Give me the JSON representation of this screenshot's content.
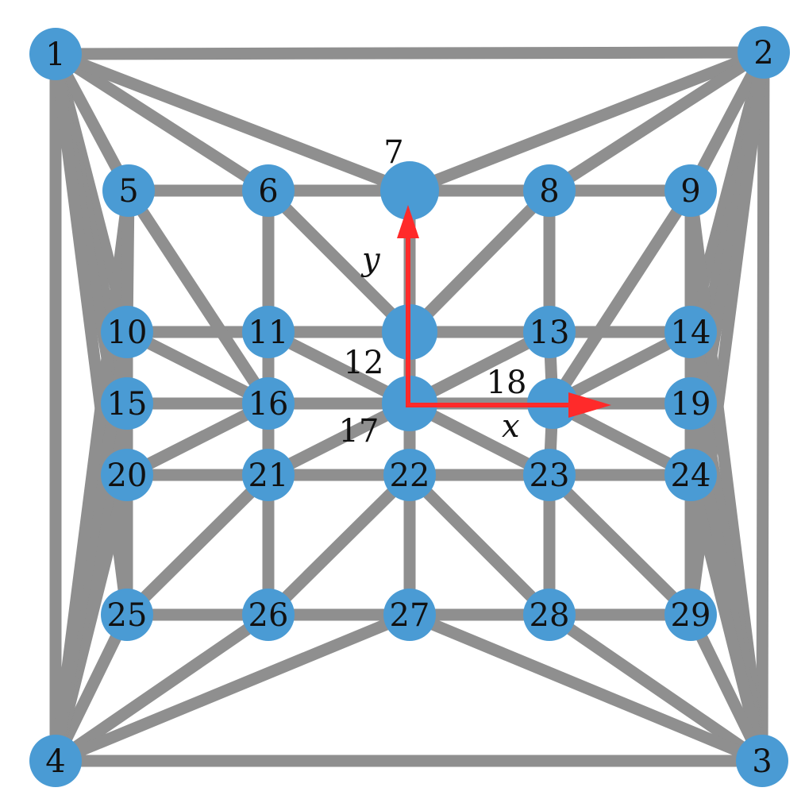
{
  "diagram": {
    "nodes": [
      "1",
      "2",
      "3",
      "4",
      "5",
      "6",
      "7",
      "8",
      "9",
      "10",
      "11",
      "12",
      "13",
      "14",
      "15",
      "16",
      "17",
      "18",
      "19",
      "20",
      "21",
      "22",
      "23",
      "24",
      "25",
      "26",
      "27",
      "28",
      "29"
    ],
    "edges": [
      [
        "1",
        "2"
      ],
      [
        "2",
        "3"
      ],
      [
        "3",
        "4"
      ],
      [
        "4",
        "1"
      ],
      [
        "1",
        "5"
      ],
      [
        "1",
        "6"
      ],
      [
        "1",
        "7"
      ],
      [
        "1",
        "10"
      ],
      [
        "1",
        "15"
      ],
      [
        "1",
        "20"
      ],
      [
        "1",
        "25"
      ],
      [
        "2",
        "7"
      ],
      [
        "2",
        "8"
      ],
      [
        "2",
        "9"
      ],
      [
        "2",
        "14"
      ],
      [
        "2",
        "19"
      ],
      [
        "2",
        "24"
      ],
      [
        "2",
        "29"
      ],
      [
        "3",
        "9"
      ],
      [
        "3",
        "14"
      ],
      [
        "3",
        "19"
      ],
      [
        "3",
        "24"
      ],
      [
        "3",
        "29"
      ],
      [
        "3",
        "28"
      ],
      [
        "3",
        "27"
      ],
      [
        "4",
        "25"
      ],
      [
        "4",
        "26"
      ],
      [
        "4",
        "27"
      ],
      [
        "4",
        "20"
      ],
      [
        "4",
        "15"
      ],
      [
        "4",
        "10"
      ],
      [
        "4",
        "5"
      ],
      [
        "5",
        "6"
      ],
      [
        "6",
        "7"
      ],
      [
        "7",
        "8"
      ],
      [
        "8",
        "9"
      ],
      [
        "5",
        "10"
      ],
      [
        "10",
        "15"
      ],
      [
        "15",
        "20"
      ],
      [
        "20",
        "25"
      ],
      [
        "9",
        "14"
      ],
      [
        "14",
        "19"
      ],
      [
        "19",
        "24"
      ],
      [
        "24",
        "29"
      ],
      [
        "25",
        "26"
      ],
      [
        "26",
        "27"
      ],
      [
        "27",
        "28"
      ],
      [
        "28",
        "29"
      ],
      [
        "10",
        "11"
      ],
      [
        "11",
        "12"
      ],
      [
        "12",
        "13"
      ],
      [
        "13",
        "14"
      ],
      [
        "15",
        "16"
      ],
      [
        "16",
        "17"
      ],
      [
        "17",
        "18"
      ],
      [
        "18",
        "19"
      ],
      [
        "20",
        "21"
      ],
      [
        "21",
        "22"
      ],
      [
        "22",
        "23"
      ],
      [
        "23",
        "24"
      ],
      [
        "6",
        "11"
      ],
      [
        "11",
        "16"
      ],
      [
        "16",
        "21"
      ],
      [
        "21",
        "26"
      ],
      [
        "8",
        "13"
      ],
      [
        "13",
        "18"
      ],
      [
        "18",
        "23"
      ],
      [
        "23",
        "28"
      ],
      [
        "7",
        "12"
      ],
      [
        "12",
        "17"
      ],
      [
        "17",
        "22"
      ],
      [
        "22",
        "27"
      ],
      [
        "5",
        "16"
      ],
      [
        "6",
        "12"
      ],
      [
        "8",
        "12"
      ],
      [
        "9",
        "18"
      ],
      [
        "10",
        "16"
      ],
      [
        "11",
        "17"
      ],
      [
        "13",
        "17"
      ],
      [
        "14",
        "18"
      ],
      [
        "20",
        "16"
      ],
      [
        "21",
        "17"
      ],
      [
        "23",
        "17"
      ],
      [
        "24",
        "18"
      ],
      [
        "25",
        "21"
      ],
      [
        "26",
        "22"
      ],
      [
        "28",
        "22"
      ],
      [
        "29",
        "23"
      ]
    ],
    "axes": {
      "x_label": "x",
      "y_label": "y"
    }
  },
  "colors": {
    "edge": "#8f8f8f",
    "node": "#4a9bd4",
    "axis": "#ff2a2a",
    "label": "#111111"
  }
}
